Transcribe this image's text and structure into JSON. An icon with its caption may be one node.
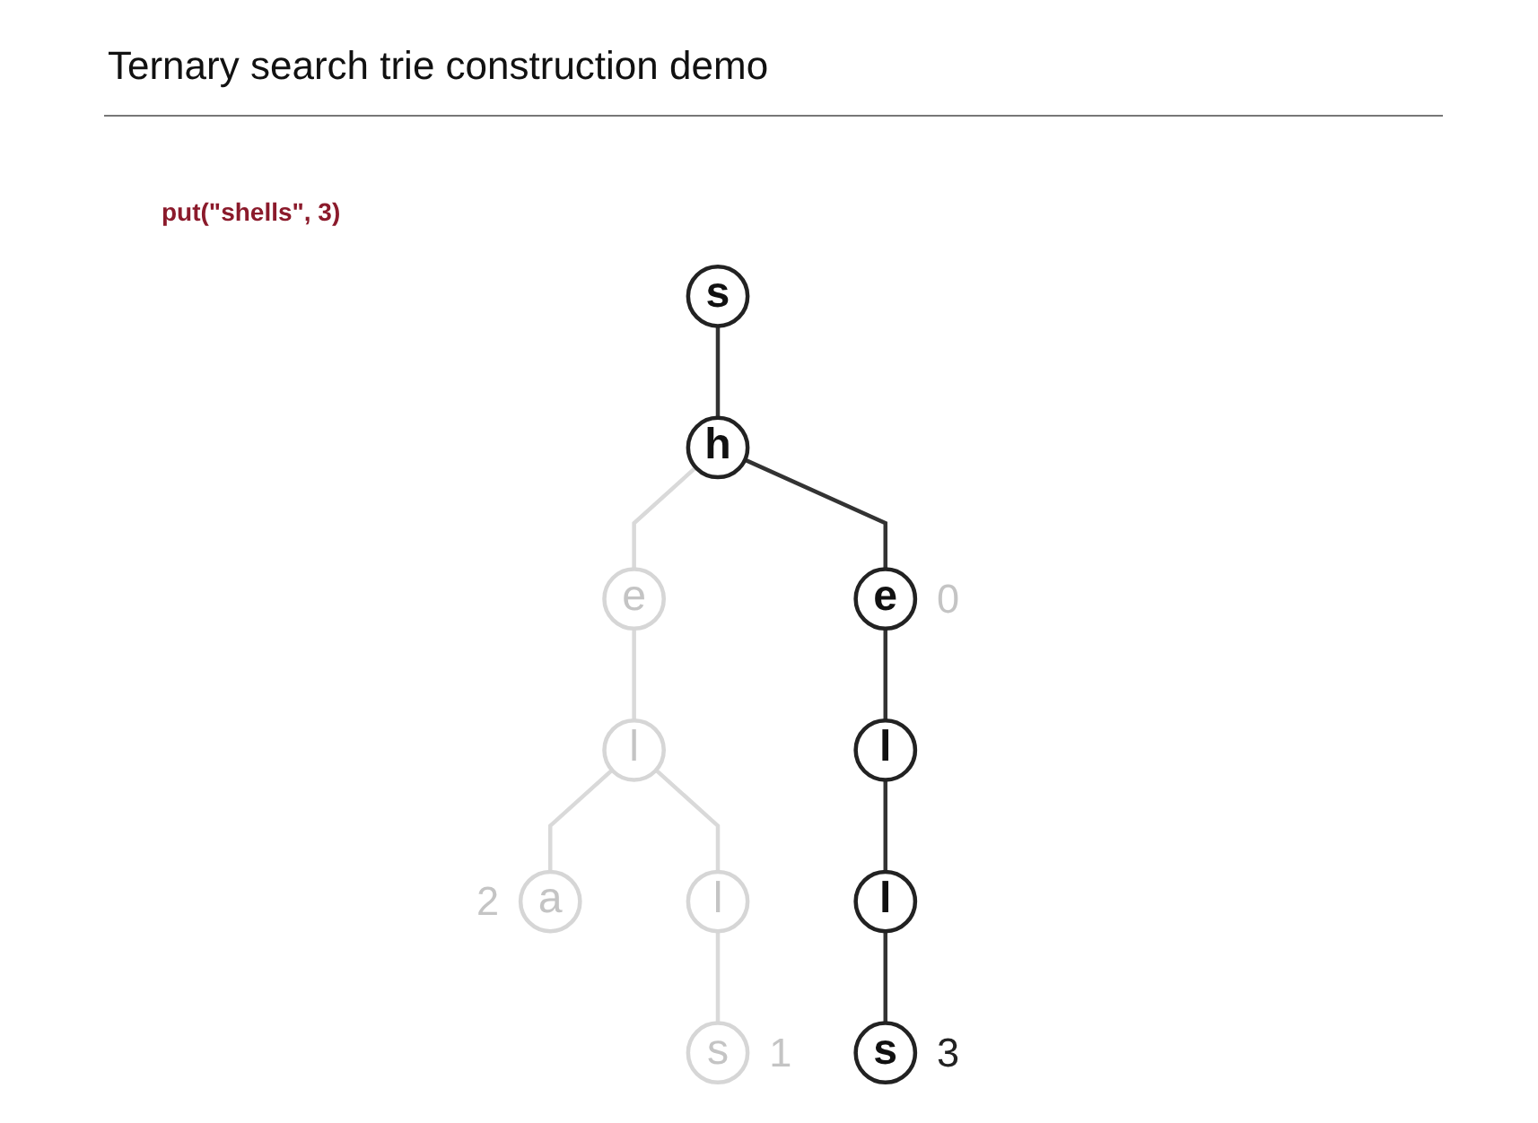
{
  "diagram": {
    "title": "Ternary search trie construction demo",
    "nodes": [
      {
        "text": [
          "s"
        ]
      },
      {
        "text": [
          "h"
        ]
      },
      {
        "text": [
          "e"
        ]
      },
      {
        "text": [
          "l"
        ]
      },
      {
        "text": [
          "e"
        ],
        "beside": [
          "0"
        ]
      },
      {
        "text": [
          "a"
        ],
        "beside": [
          "2"
        ]
      },
      {
        "text": [
          "l"
        ]
      },
      {
        "text": [
          "l"
        ]
      },
      {
        "text": [
          "s"
        ],
        "beside": [
          "1"
        ]
      },
      {
        "text": [
          "l"
        ]
      },
      {
        "text": [
          "s"
        ],
        "beside": [
          "3"
        ]
      }
    ],
    "edges": [
      {
        "from": 0,
        "to": 1,
        "arrow": "none"
      },
      {
        "from": 1,
        "to": 2,
        "arrow": "none",
        "color": "#d9d9d9"
      },
      {
        "from": 1,
        "to": 4,
        "arrow": "none"
      },
      {
        "from": 2,
        "to": 3,
        "arrow": "none",
        "color": "#d9d9d9"
      },
      {
        "from": 3,
        "to": 5,
        "arrow": "none",
        "color": "#d9d9d9"
      },
      {
        "from": 3,
        "to": 6,
        "arrow": "none",
        "color": "#d9d9d9"
      },
      {
        "from": 4,
        "to": 7,
        "arrow": "none"
      },
      {
        "from": 6,
        "to": 8,
        "arrow": "none",
        "color": "#d9d9d9"
      },
      {
        "from": 7,
        "to": 9,
        "arrow": "none"
      },
      {
        "from": 9,
        "to": 10,
        "arrow": "none"
      }
    ],
    "labels": [
      "put(\"shells\", 3)"
    ]
  }
}
